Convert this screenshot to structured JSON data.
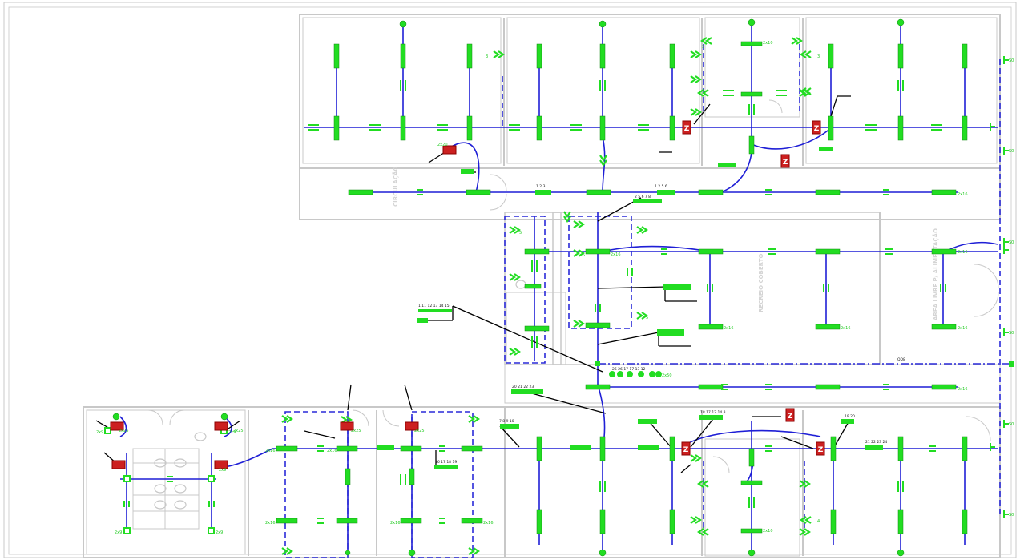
{
  "colors": {
    "background": "#ffffff",
    "walls": "#c8c8c8",
    "conduit": "#1f1fd6",
    "dashed_conduit": "#2a2ad8",
    "fixture": "#22dd22",
    "lead": "#000000",
    "panel_fill": "#cc2020"
  },
  "room_labels": {
    "circulacao": "CIRCULAÇÃO",
    "recreio_coberto": "RECREIO COBERTO",
    "area_livre_alimentacao": "AREA LIVRE P/ ALIMENTAÇÃO"
  },
  "circuit_labels": {
    "row_a": "1 2 3",
    "row_b": "2 5 6 7 8",
    "row_c": "1 2 5 6",
    "row_d": "1 11 12 13 14 15",
    "row_e": "20 21 22 23",
    "row_f": "16 17 18 19",
    "row_g": "7 8 9 10",
    "row_h": "18 17 12 14 8",
    "row_i": "26 26 17 17 13 12",
    "row_j": "19 20",
    "row_k": "21 22 23 24"
  },
  "fixture_labels": {
    "f2x16": "2x16",
    "f2x9": "2x9",
    "f2x10": "2x10",
    "f2x20": "2x20",
    "f2x50": "2x50",
    "f2x25": "2x25",
    "qd": "QD8",
    "sb": "S0"
  },
  "switch_labels": {
    "s3": "3",
    "s5": "5",
    "s4": "4"
  },
  "panel_label": "Z"
}
